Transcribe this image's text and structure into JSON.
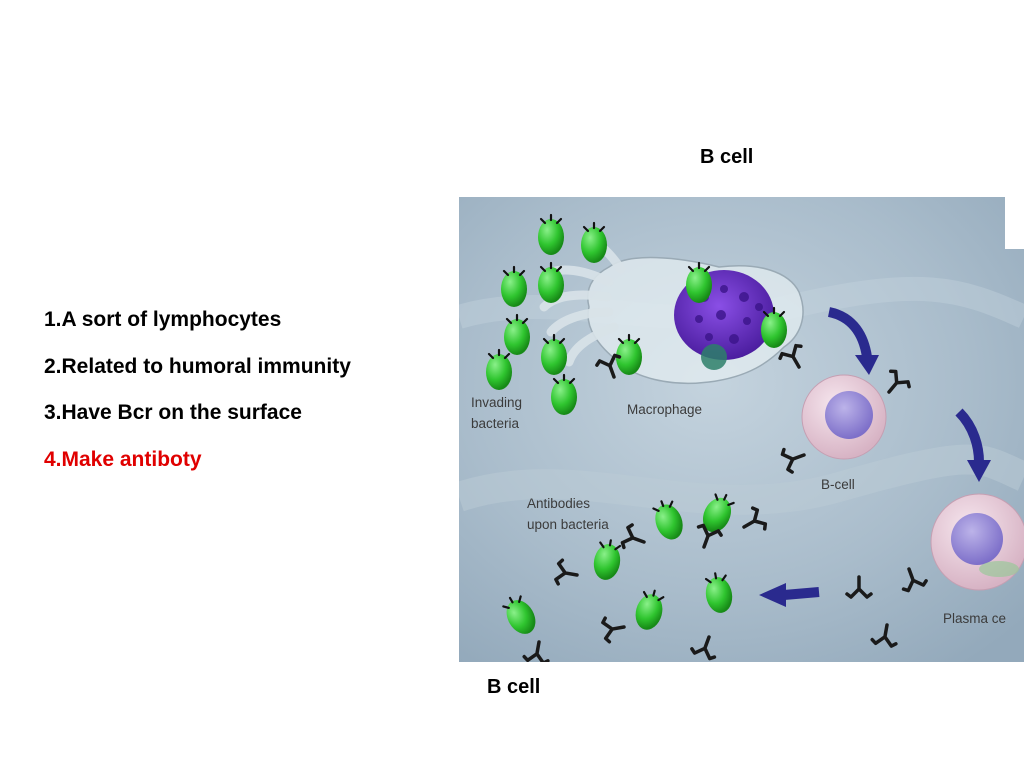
{
  "header": {
    "top_label": "B cell"
  },
  "bullets": [
    {
      "text": "1.A sort of lymphocytes",
      "color": "#000000"
    },
    {
      "text": "2.Related to humoral immunity",
      "color": "#000000"
    },
    {
      "text": "3.Have Bcr on the surface",
      "color": "#000000"
    },
    {
      "text": "4.Make antiboty",
      "color": "#e00000"
    }
  ],
  "figure": {
    "labels": {
      "invading_1": "Invading",
      "invading_2": "bacteria",
      "macrophage": "Macrophage",
      "bcell": "B-cell",
      "antibodies_1": "Antibodies",
      "antibodies_2": "upon bacteria",
      "plasma": "Plasma ce"
    },
    "colors": {
      "background": "#a9bccb",
      "bacteria": "#3ecf3e",
      "macrophage_nucleus": "#6a2fc9",
      "arrow": "#2a2a8e",
      "antibody": "#1a1a1a"
    }
  },
  "footer": {
    "bottom_label": "B cell"
  }
}
